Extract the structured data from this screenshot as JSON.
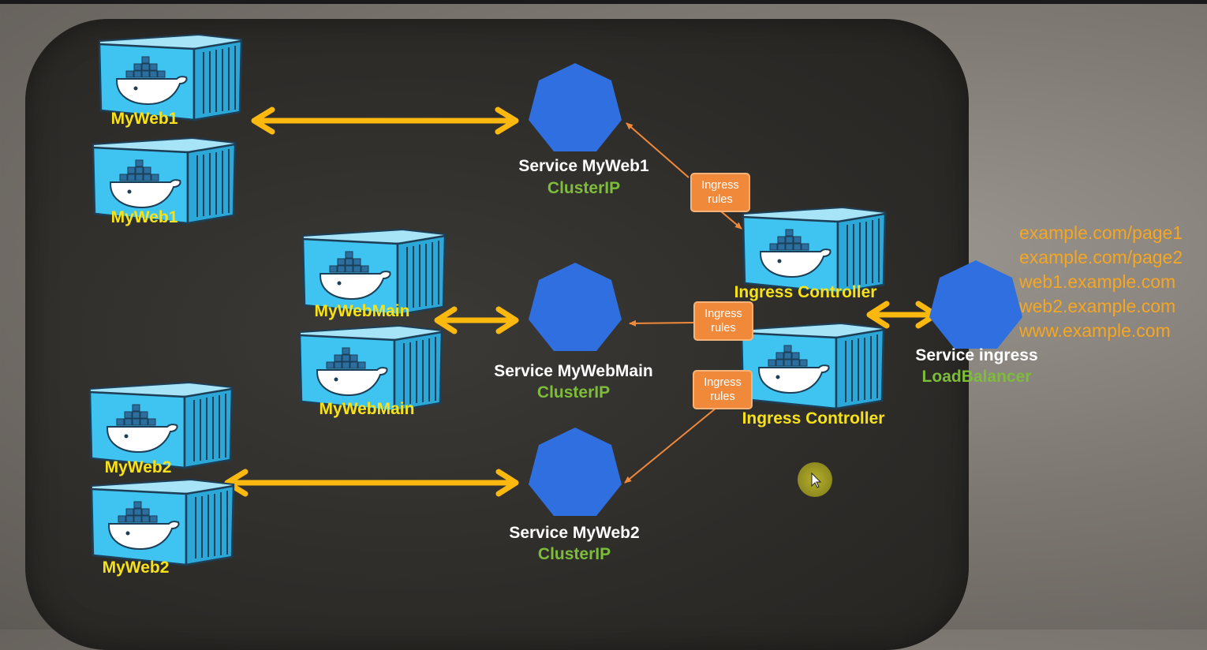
{
  "containers": {
    "myweb1_a": "MyWeb1",
    "myweb1_b": "MyWeb1",
    "mywebmain_a": "MyWebMain",
    "mywebmain_b": "MyWebMain",
    "myweb2_a": "MyWeb2",
    "myweb2_b": "MyWeb2",
    "ingress_controller_1": "Ingress Controller",
    "ingress_controller_2": "Ingress Controller"
  },
  "services": {
    "myweb1": {
      "name": "Service MyWeb1",
      "type": "ClusterIP"
    },
    "mywebmain": {
      "name": "Service MyWebMain",
      "type": "ClusterIP"
    },
    "myweb2": {
      "name": "Service MyWeb2",
      "type": "ClusterIP"
    },
    "ingress": {
      "name": "Service ingress",
      "type": "LoadBalancer"
    }
  },
  "ingress_rules": {
    "rule1": [
      "Ingress",
      "rules"
    ],
    "rule2": [
      "Ingress",
      "rules"
    ],
    "rule3": [
      "Ingress",
      "rules"
    ]
  },
  "urls": [
    "example.com/page1",
    "example.com/page2",
    "web1.example.com",
    "web2.example.com",
    "www.example.com"
  ],
  "colors": {
    "container_label": "#f7e21a",
    "service_label": "#ffffff",
    "service_type": "#7dbd3a",
    "service_shape": "#2f6fe0",
    "arrow_yellow": "#fbb80f",
    "arrow_orange": "#f0893a",
    "url_text": "#f5a623",
    "container_body": "#3fc3f0"
  },
  "icons": {
    "container": "docker-container-icon",
    "service": "kubernetes-service-heptagon-icon"
  }
}
